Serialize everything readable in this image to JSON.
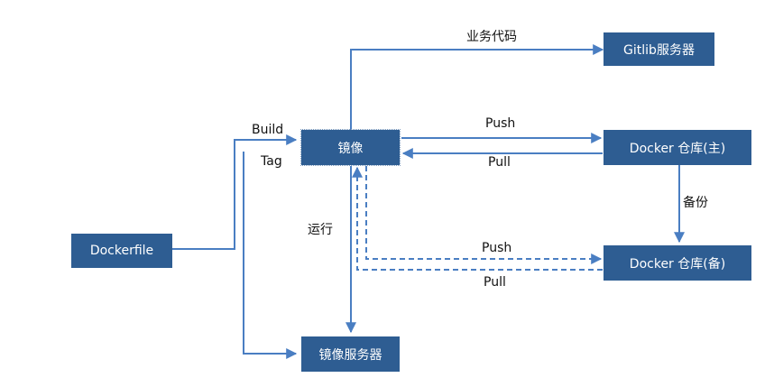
{
  "nodes": {
    "image": "镜像",
    "gitlab": "Gitlib服务器",
    "docker_main": "Docker 仓库(主)",
    "dockerfile": "Dockerfile",
    "docker_backup": "Docker 仓库(备)",
    "image_server": "镜像服务器"
  },
  "edges": {
    "business_code": "业务代码",
    "build": "Build",
    "tag": "Tag",
    "push_main": "Push",
    "pull_main": "Pull",
    "backup": "备份",
    "run": "运行",
    "push_backup": "Push",
    "pull_backup": "Pull"
  },
  "colors": {
    "box": "#2E5D92",
    "line": "#4A7EC2"
  }
}
